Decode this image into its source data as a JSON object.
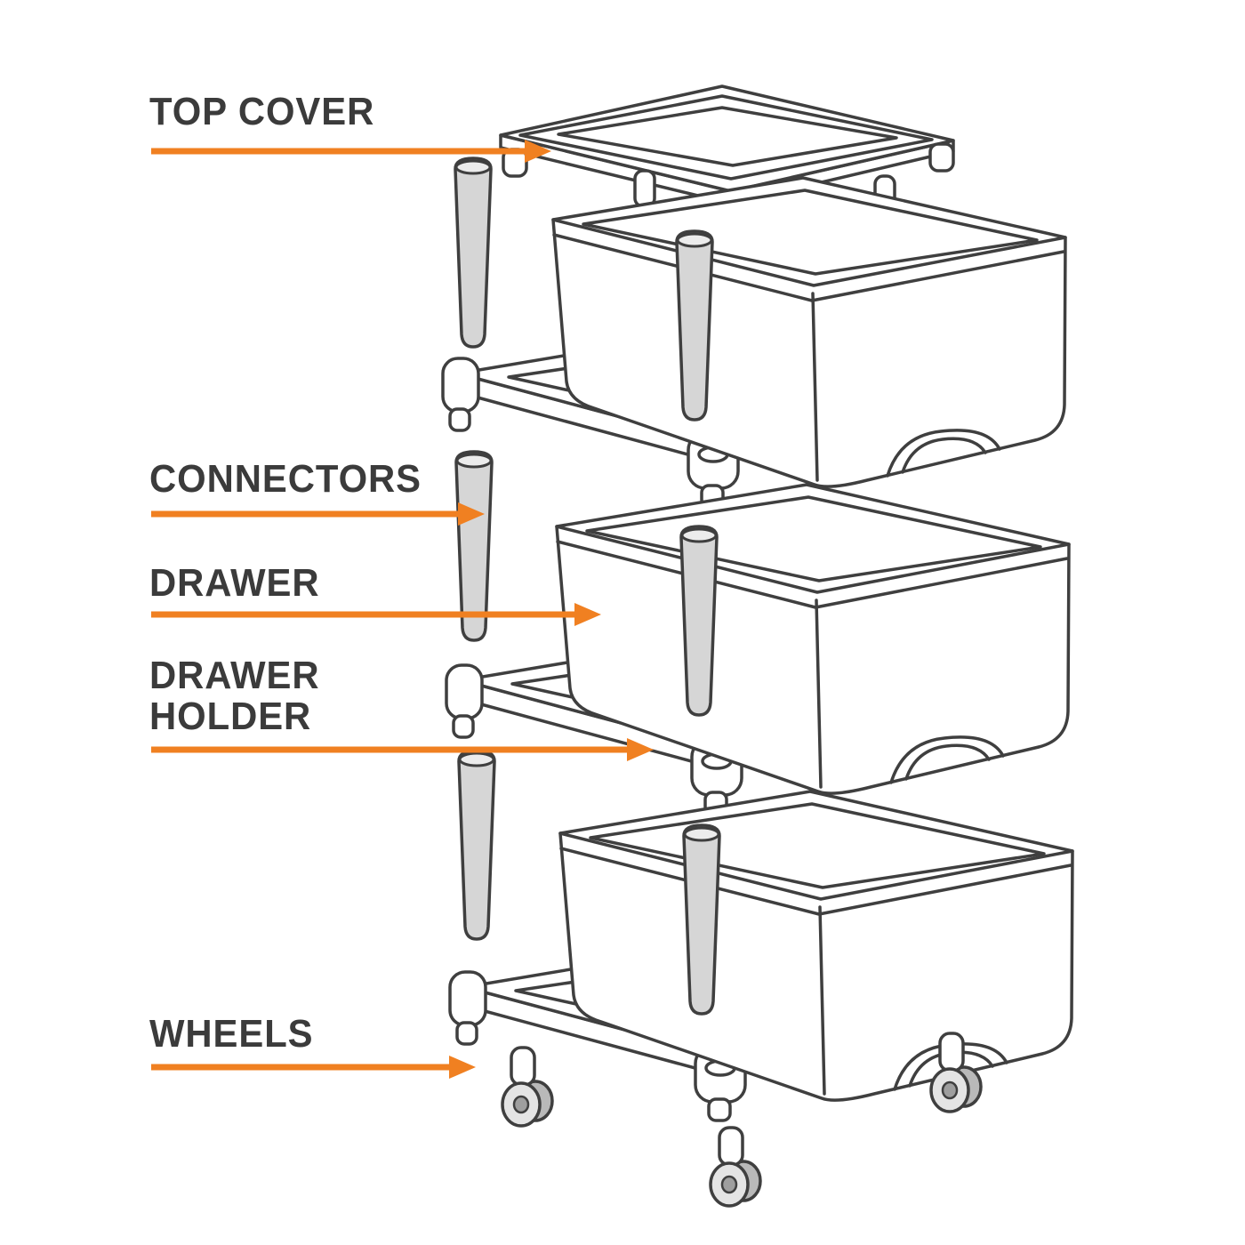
{
  "colors": {
    "background": "#FFFFFF",
    "arrow": "#F08021",
    "label_text": "#3B3B3B",
    "line_art": "#3F3F3F",
    "connector_fill": "#D6D6D6"
  },
  "labels": {
    "top_cover": "TOP COVER",
    "connectors": "CONNECTORS",
    "drawer": "DRAWER",
    "drawer_holder_line1": "DRAWER",
    "drawer_holder_line2": "HOLDER",
    "wheels": "WHEELS"
  },
  "parts": [
    "top-cover",
    "connectors",
    "drawer",
    "drawer-holder",
    "wheels"
  ]
}
